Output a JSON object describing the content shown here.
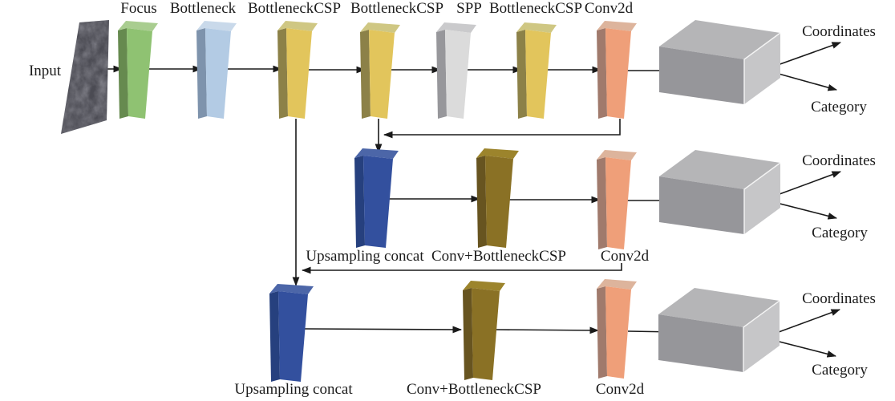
{
  "input": {
    "label": "Input"
  },
  "backbone": {
    "layers": [
      {
        "name": "focus",
        "label": "Focus"
      },
      {
        "name": "bottleneck",
        "label": "Bottleneck"
      },
      {
        "name": "bottleneck-csp-1",
        "label": "BottleneckCSP"
      },
      {
        "name": "bottleneck-csp-2",
        "label": "BottleneckCSP"
      },
      {
        "name": "spp",
        "label": "SPP"
      },
      {
        "name": "bottleneck-csp-3",
        "label": "BottleneckCSP"
      },
      {
        "name": "conv2d",
        "label": "Conv2d"
      }
    ]
  },
  "neck_mid": {
    "upsampling_label": "Upsampling concat",
    "conv_csp_label": "Conv+BottleneckCSP",
    "conv2d_label": "Conv2d"
  },
  "neck_bottom": {
    "upsampling_label": "Upsampling concat",
    "conv_csp_label": "Conv+BottleneckCSP",
    "conv2d_label": "Conv2d"
  },
  "outputs": {
    "coordinates_label": "Coordinates",
    "category_label": "Category"
  },
  "colors": {
    "focus_green": "#8FC272",
    "bottleneck_blue": "#B3CBE4",
    "bottleneck_csp_yellow": "#E2C55C",
    "spp_gray": "#DBDBDB",
    "conv2d_salmon": "#EF9F79",
    "upsampling_navy": "#33509E",
    "conv_bottleneck_csp_olive": "#8A7125",
    "detect_head_gray": "#96969A",
    "input_image_slate": "#4B4B53",
    "line_black": "#1A1A1A"
  }
}
